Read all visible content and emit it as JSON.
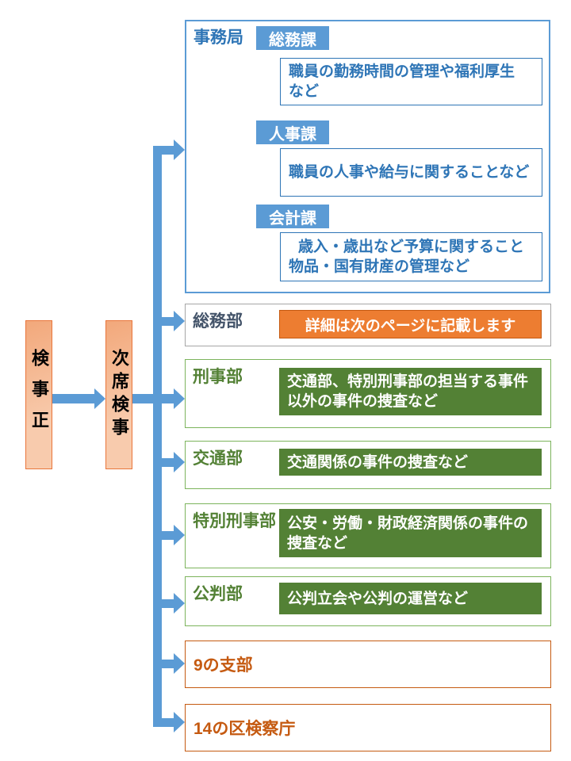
{
  "chain": {
    "top": {
      "label": "検事正"
    },
    "deputy": {
      "label": "次席検事"
    }
  },
  "secretariat": {
    "label": "事務局",
    "sections": [
      {
        "name": "総務課",
        "desc_lines": [
          "職員の勤務時間の管理や福利厚生",
          "など"
        ]
      },
      {
        "name": "人事課",
        "desc_lines": [
          "職員の人事や給与に関することなど"
        ]
      },
      {
        "name": "会計課",
        "desc_lines": [
          "歳入・歳出など予算に関すること",
          "物品・国有財産の管理など"
        ]
      }
    ]
  },
  "departments": [
    {
      "label": "総務部",
      "style": "orange-filled",
      "desc_lines": [
        "詳細は次のページに記載します"
      ]
    },
    {
      "label": "刑事部",
      "style": "green",
      "desc_lines": [
        "交通部、特別刑事部の担当する事件",
        "以外の事件の捜査など"
      ]
    },
    {
      "label": "交通部",
      "style": "green",
      "desc_lines": [
        "交通関係の事件の捜査など"
      ]
    },
    {
      "label": "特別刑事部",
      "style": "green",
      "desc_lines": [
        "公安・労働・財政経済関係の事件の",
        "捜査など"
      ]
    },
    {
      "label": "公判部",
      "style": "green",
      "desc_lines": [
        "公判立会や公判の運営など"
      ]
    },
    {
      "label": "9の支部",
      "style": "orange-outline",
      "desc_lines": []
    },
    {
      "label": "14の区検察庁",
      "style": "orange-outline",
      "desc_lines": []
    }
  ],
  "colors": {
    "arrow_blue": "#5B9BD5",
    "blue_fill": "#5B9BD5",
    "blue_text": "#2E75B6",
    "green_fill": "#538135",
    "green_row_border": "#7CB45C",
    "orange_fill": "#ED7D31",
    "orange_text": "#C55A11",
    "gray_border": "#A6A6A6",
    "navy_label": "#44546A",
    "peach_fill": "#F8CBAD"
  }
}
